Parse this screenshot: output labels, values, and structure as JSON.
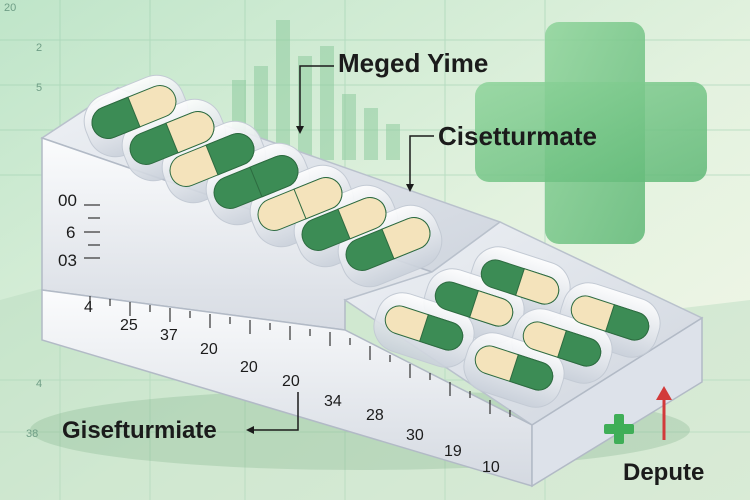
{
  "callouts": {
    "top": "Meged Yime",
    "middle": "Cisetturmate",
    "left": "Gisefturmiate",
    "right": "Depute"
  },
  "ruler": {
    "side_marks": [
      "00",
      "6",
      "03"
    ],
    "bottom_numbers": [
      "4",
      "25",
      "37",
      "20",
      "20",
      "20",
      "34",
      "28",
      "30",
      "19",
      "10"
    ]
  },
  "background_axis": [
    "20",
    "2",
    "5",
    "4",
    "38"
  ],
  "icons": [
    "medical-cross-icon",
    "up-arrow-icon"
  ],
  "colors": {
    "capsule_green": "#3c8c55",
    "capsule_cream": "#f4e3bb",
    "tray": "#e4e8ee",
    "cross": "#7ec98c",
    "arrow_red": "#d23a3a"
  }
}
